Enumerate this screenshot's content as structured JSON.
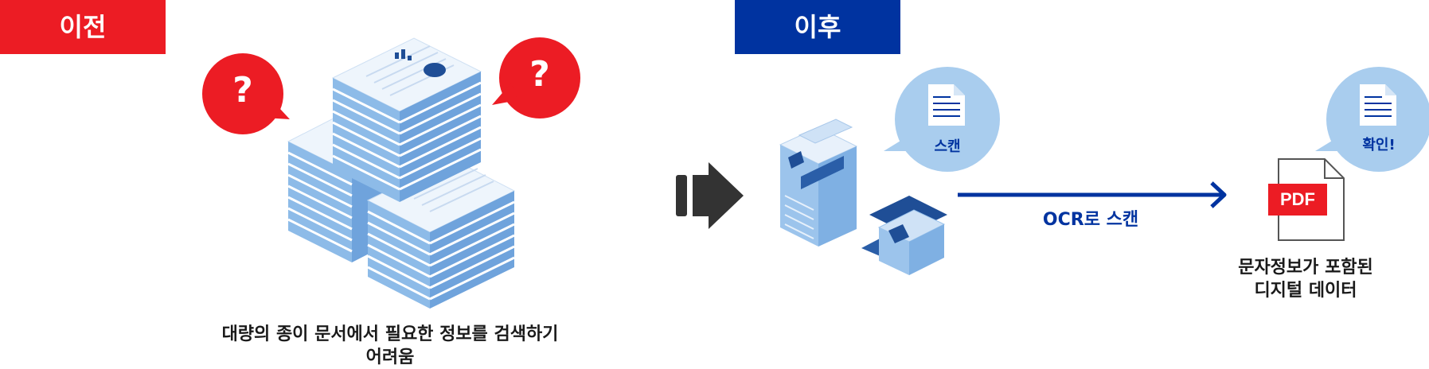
{
  "before": {
    "tag": "이전",
    "question_mark": "?",
    "caption_line1": "대량의 종이 문서에서 필요한 정보를 검색하기",
    "caption_line2": "어려움"
  },
  "after": {
    "tag": "이후",
    "scan_bubble": "스캔",
    "confirm_bubble": "확인!",
    "arrow_label": "OCR로 스캔",
    "pdf_label": "PDF",
    "result_line1": "문자정보가 포함된",
    "result_line2": "디지털 데이터"
  },
  "colors": {
    "red": "#ec1c24",
    "navy": "#0033a0",
    "light_blue": "#a9cdee",
    "paper_blue": "#7fb0e3",
    "arrow_dark": "#333333"
  }
}
